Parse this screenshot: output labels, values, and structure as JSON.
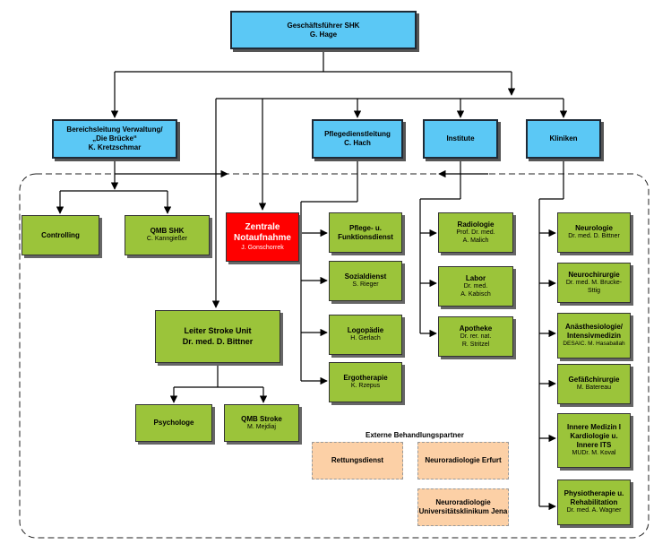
{
  "ceo": {
    "title": "Geschäftsführer SHK",
    "name": "G. Hage"
  },
  "verwaltung": {
    "title1": "Bereichsleitung Verwaltung/",
    "title2": "„Die Brücke“",
    "name": "K. Kretzschmar"
  },
  "pflegedienst": {
    "title": "Pflegedienstleitung",
    "name": "C. Hach"
  },
  "institute": {
    "title": "Institute"
  },
  "kliniken": {
    "title": "Kliniken"
  },
  "controlling": {
    "title": "Controlling"
  },
  "qmb_shk": {
    "title": "QMB SHK",
    "name": "C. Kanngießer"
  },
  "notaufnahme": {
    "title1": "Zentrale",
    "title2": "Notaufnahme",
    "name": "J. Gonschorrek"
  },
  "stroke_unit": {
    "title1": "Leiter Stroke Unit",
    "title2": "Dr. med. D. Bittner"
  },
  "psychologe": {
    "title": "Psychologe"
  },
  "qmb_stroke": {
    "title": "QMB Stroke",
    "name": "M. Mejdiaj"
  },
  "pflege_items": [
    {
      "title1": "Pflege- u.",
      "title2": "Funktionsdienst",
      "name": ""
    },
    {
      "title1": "Sozialdienst",
      "title2": "",
      "name": "S. Rieger"
    },
    {
      "title1": "Logopädie",
      "title2": "",
      "name": "H. Gerlach"
    },
    {
      "title1": "Ergotherapie",
      "title2": "",
      "name": "K. Rzepus"
    }
  ],
  "institute_items": [
    {
      "title": "Radiologie",
      "name1": "Prof. Dr. med.",
      "name2": "A. Malich"
    },
    {
      "title": "Labor",
      "name1": "Dr. med.",
      "name2": "A. Kabisch"
    },
    {
      "title": "Apotheke",
      "name1": "Dr. rer. nat.",
      "name2": "R. Stritzel"
    }
  ],
  "kliniken_items": [
    {
      "title1": "Neurologie",
      "title2": "",
      "title3": "",
      "name1": "Dr. med. D. Bittner",
      "name2": ""
    },
    {
      "title1": "Neurochirurgie",
      "title2": "",
      "title3": "",
      "name1": "Dr. med. M. Brucke-",
      "name2": "Sttig"
    },
    {
      "title1": "Anästhesiologie/",
      "title2": "Intensivmedizin",
      "title3": "",
      "name1": "DESAIC. M. Hasaballah",
      "name2": ""
    },
    {
      "title1": "Gefäßchirurgie",
      "title2": "",
      "title3": "",
      "name1": "M. Batereau",
      "name2": ""
    },
    {
      "title1": "Innere Medizin I",
      "title2": "Kardiologie u.",
      "title3": "Innere ITS",
      "name1": "MUDr. M. Koval",
      "name2": ""
    },
    {
      "title1": "Physiotherapie u.",
      "title2": "Rehabilitation",
      "title3": "",
      "name1": "Dr. med. A. Wagner",
      "name2": ""
    }
  ],
  "externe": {
    "heading": "Externe Behandlungspartner",
    "items": [
      {
        "title1": "Rettungsdienst",
        "title2": ""
      },
      {
        "title1": "Neuroradiologie Erfurt",
        "title2": ""
      },
      {
        "title1": "Neuroradiologie",
        "title2": "Universitätsklinikum Jena"
      }
    ]
  }
}
